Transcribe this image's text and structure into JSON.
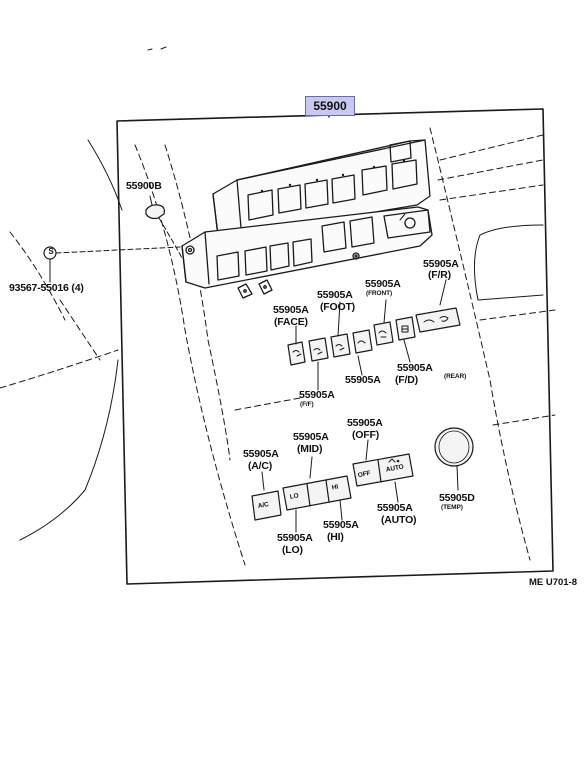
{
  "main_part_number": "55900",
  "figure_reference": "ME U701-8",
  "parts": {
    "p55900B": "55900B",
    "screw_number": "93567-55016 (4)",
    "screw_symbol": "S",
    "f_r_number": "55905A",
    "f_r_name": "(F/R)",
    "front_number": "55905A",
    "front_name": "(FRONT)",
    "foot_number": "55905A",
    "foot_name": "(FOOT)",
    "face_number": "55905A",
    "face_name": "(FACE)",
    "f_f_number": "55905A",
    "f_f_name": "(F/F)",
    "f_d_number": "55905A",
    "f_d_name": "(F/D)",
    "rear_number": "55905A",
    "rear_name": "(REAR)",
    "off_number": "55905A",
    "off_name": "(OFF)",
    "mid_number": "55905A",
    "mid_name": "(MID)",
    "a_c_number": "55905A",
    "a_c_name": "(A/C)",
    "auto_number": "55905A",
    "auto_name": "(AUTO)",
    "hi_number": "55905A",
    "hi_name": "(HI)",
    "lo_number": "55905A",
    "lo_name": "(LO)",
    "temp_number": "55905D",
    "temp_name": "(TEMP)"
  },
  "button_legends": {
    "a_c": "A/C",
    "lo": "LO",
    "hi": "HI",
    "off": "OFF",
    "auto": "AUTO"
  }
}
